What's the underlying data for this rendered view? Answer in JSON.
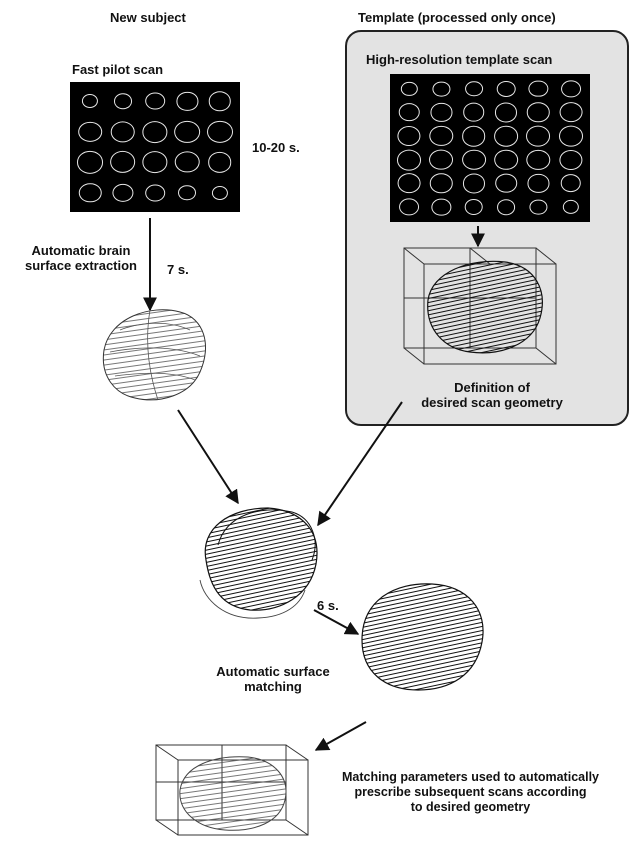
{
  "left_header": "New subject",
  "right_header": "Template (processed only once)",
  "pilot": {
    "label": "Fast pilot scan",
    "time": "10-20 s."
  },
  "template_scan": {
    "label": "High-resolution template scan"
  },
  "extraction": {
    "label_line1": "Automatic brain",
    "label_line2": "surface extraction",
    "time": "7 s."
  },
  "definition": {
    "line1": "Definition of",
    "line2": "desired scan geometry"
  },
  "matching": {
    "time": "6 s.",
    "line1": "Automatic surface",
    "line2": "matching"
  },
  "final": {
    "line1": "Matching parameters used to automatically",
    "line2": "prescribe subsequent scans according",
    "line3": "to desired geometry"
  },
  "colors": {
    "panel": "#e3e3e3",
    "ink": "#111111",
    "scan_bg": "#000000"
  }
}
